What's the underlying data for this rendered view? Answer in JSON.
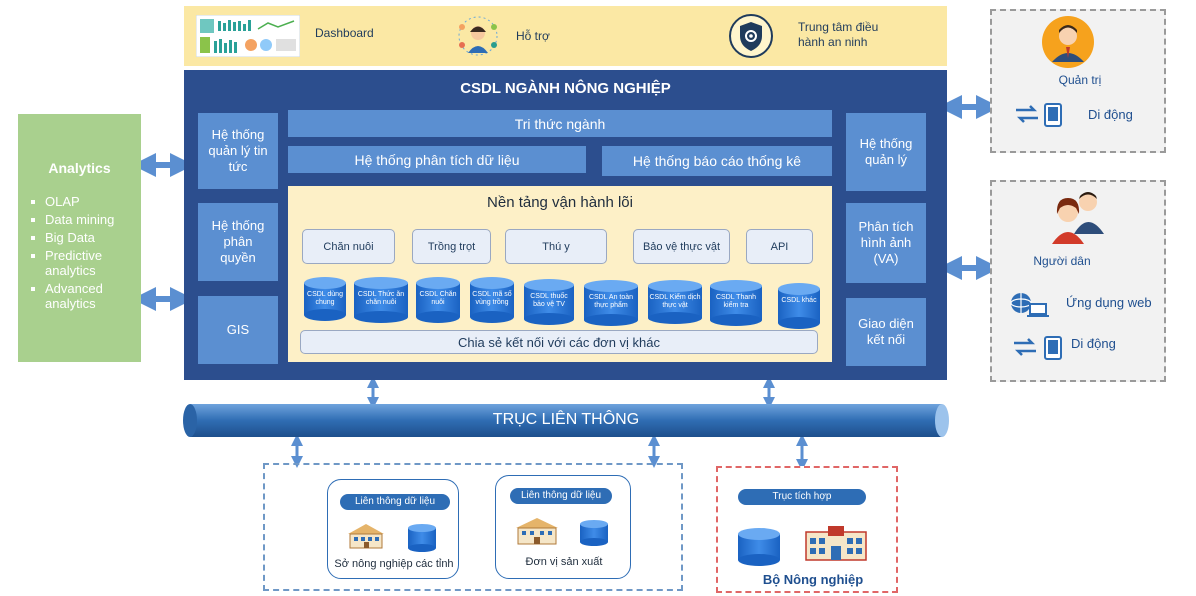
{
  "top": {
    "dashboard": "Dashboard",
    "support": "Hỗ trợ",
    "security": "Trung tâm điều hành an ninh"
  },
  "main": {
    "title": "CSDL NGÀNH NÔNG NGHIỆP",
    "left": [
      "Hệ thống quản lý tin tức",
      "Hệ thống phân quyền",
      "GIS"
    ],
    "right": [
      "Hệ thống quản lý",
      "Phân tích hình ảnh (VA)",
      "Giao diện kết nối"
    ],
    "knowledge": "Tri thức ngành",
    "analysis": "Hệ thống phân tích dữ liệu",
    "report": "Hệ thống báo cáo thống kê",
    "core_title": "Nền tảng vận hành lõi",
    "modules": [
      "Chăn nuôi",
      "Trồng trọt",
      "Thú y",
      "Bảo vệ thực vật",
      "API"
    ],
    "databases": [
      "CSDL dùng chung",
      "CSDL Thức ăn chăn nuôi",
      "CSDL Chăn nuôi",
      "CSDL mã số vùng trồng",
      "CSDL thuốc bảo vệ TV",
      "CSDL An toàn thực phẩm",
      "CSDL Kiểm dịch thực vật",
      "CSDL Thanh kiểm tra",
      "CSDL khác"
    ],
    "share": "Chia sẻ kết nối với các đơn vị khác"
  },
  "analytics": {
    "title": "Analytics",
    "items": [
      "OLAP",
      "Data mining",
      "Big Data",
      "Predictive analytics",
      "Advanced analytics"
    ]
  },
  "admin_box": {
    "title": "Quản trị",
    "mobile": "Di động"
  },
  "citizen_box": {
    "title": "Người dân",
    "web": "Ứng dụng web",
    "mobile": "Di động"
  },
  "bus": {
    "label": "TRỤC LIÊN THÔNG"
  },
  "bottom": {
    "unit1": {
      "pill": "Liên thông dữ liệu",
      "label": "Sở nông nghiệp các tỉnh"
    },
    "unit2": {
      "pill": "Liên thông dữ liệu",
      "label": "Đơn vị sản xuất"
    },
    "ministry": {
      "pill": "Trục tích hợp",
      "label": "Bộ Nông nghiệp"
    }
  },
  "colors": {
    "main_panel": "#2c4e8e",
    "module_blue": "#5b8fd1",
    "core_bg": "#fdf0c7",
    "top_bar": "#fbe8a4",
    "analytics": "#a9d08e",
    "bus": "#3a78c0"
  }
}
